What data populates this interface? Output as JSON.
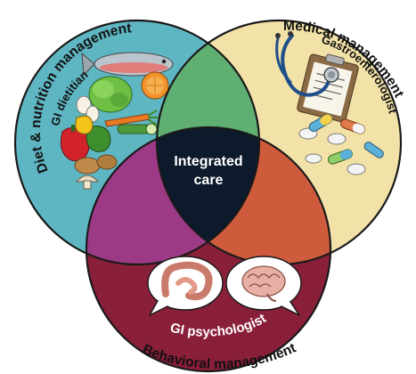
{
  "center": {
    "line1": "Integrated",
    "line2": "care"
  },
  "circles": {
    "diet": {
      "outer_label": "Diet & nutrition management",
      "inner_label": "GI dietitian",
      "color": "#5fb6c3"
    },
    "medical": {
      "outer_label": "Medical management",
      "inner_label": "Gastroenterologist",
      "color": "#f3e2a8"
    },
    "behavioral": {
      "outer_label": "Behavioral management",
      "inner_label": "GI psychologist",
      "color": "#8a1f3a"
    }
  },
  "overlaps": {
    "diet_medical": "#5faf73",
    "diet_behavioral": "#9c3a86",
    "medical_behavioral": "#cf5b3d",
    "all": "#0d1a2b"
  },
  "icons": {
    "diet": [
      "fish-icon",
      "lettuce-icon",
      "orange-icon",
      "egg-icon",
      "carrot-icon",
      "pepper-icon",
      "mushroom-icon",
      "potato-icon",
      "cucumber-icon"
    ],
    "medical": [
      "stethoscope-icon",
      "clipboard-icon",
      "pill-icon",
      "capsule-icon"
    ],
    "behavioral": [
      "intestine-icon",
      "brain-icon"
    ]
  }
}
